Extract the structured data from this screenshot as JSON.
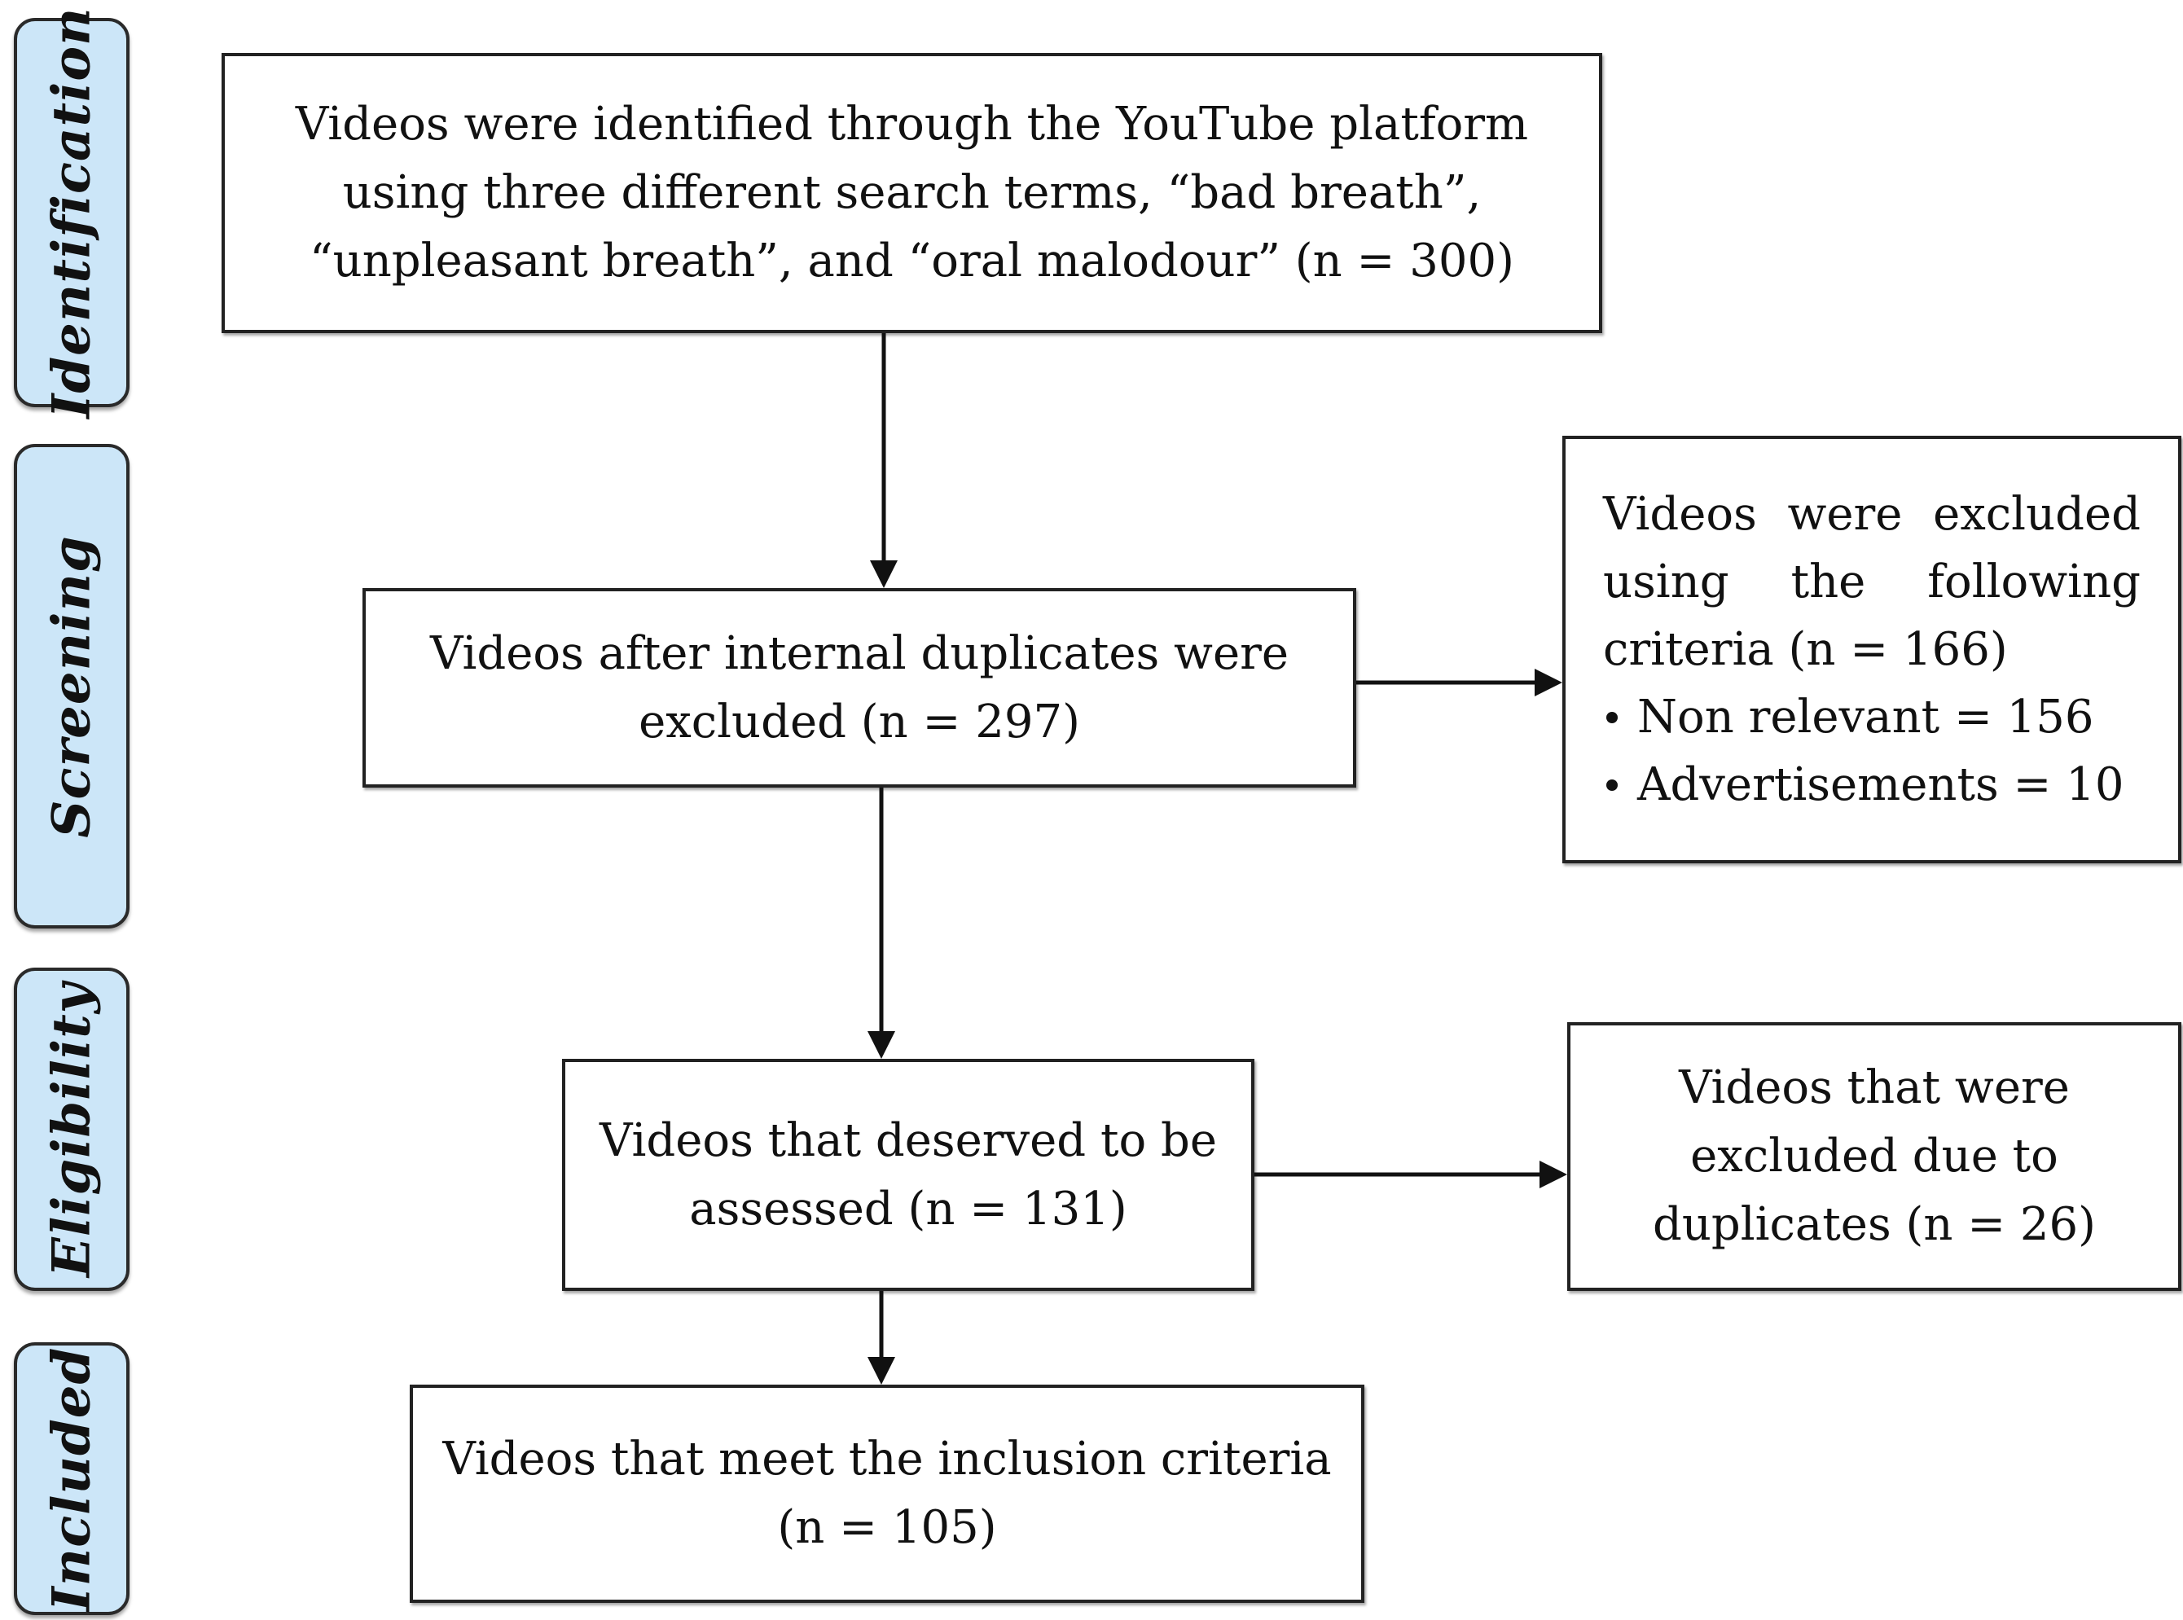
{
  "stages": [
    {
      "id": "identification",
      "label": "Identification"
    },
    {
      "id": "screening",
      "label": "Screening"
    },
    {
      "id": "eligibility",
      "label": "Eligibility"
    },
    {
      "id": "included",
      "label": "Included"
    }
  ],
  "boxes": {
    "identified": {
      "lines": [
        "Videos were identified through the YouTube platform",
        "using three different search terms, “bad breath”,",
        "“unpleasant breath”, and “oral malodour” (n = 300)"
      ]
    },
    "after_duplicates": {
      "lines": [
        "Videos after internal duplicates were",
        "excluded (n = 297)"
      ]
    },
    "excluded_criteria": {
      "line1_words": [
        "Videos",
        "were",
        "excluded"
      ],
      "line2_words": [
        "using",
        "the",
        "following"
      ],
      "line3": "criteria (n = 166)",
      "bullets": [
        "Non relevant = 156",
        "Advertisements = 10"
      ]
    },
    "assessed": {
      "lines": [
        "Videos that deserved to be",
        "assessed (n = 131)"
      ]
    },
    "excluded_duplicates": {
      "lines": [
        "Videos that were",
        "excluded due to",
        "duplicates (n = 26)"
      ]
    },
    "included": {
      "lines": [
        "Videos that meet the inclusion criteria",
        "(n = 105)"
      ]
    }
  }
}
